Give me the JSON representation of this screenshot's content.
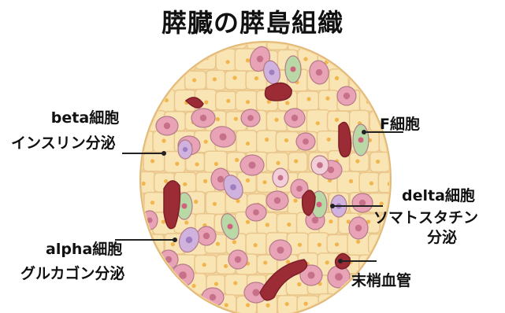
{
  "title": "膵臓の膵島組織",
  "labels": {
    "beta": {
      "name": "beta細胞",
      "function": "インスリン分泌"
    },
    "f": {
      "name": "F細胞"
    },
    "delta": {
      "name": "delta細胞",
      "function_line1": "ソマトスタチン",
      "function_line2": "分泌"
    },
    "alpha": {
      "name": "alpha細胞",
      "function": "グルカゴン分泌"
    },
    "vessel": {
      "name": "末梢血管"
    }
  },
  "colors": {
    "background_cell": "#f9e4b4",
    "background_cell_border": "#e9c68c",
    "dot": "#f1b54b",
    "beta_cell": "#e8a3b6",
    "beta_nucleus": "#c7708a",
    "alpha_cell": "#f2cfd8",
    "delta_cell": "#cfb2dd",
    "delta_nucleus": "#a07cc0",
    "f_cell": "#b8d8a6",
    "f_nucleus": "#d0607e",
    "vessel": "#9b2c36",
    "vessel_inner": "#c24a52",
    "leader_line": "#222222"
  }
}
